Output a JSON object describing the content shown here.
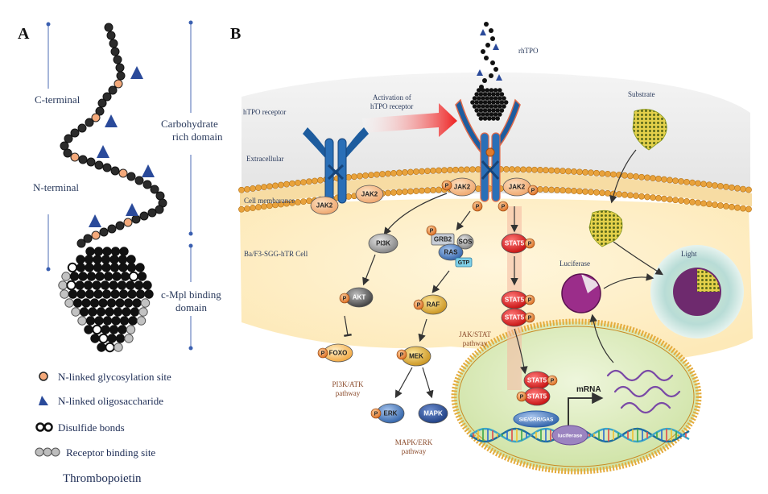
{
  "panelA": {
    "letter": "A",
    "labels": {
      "c_terminal": "C-terminal",
      "n_terminal": "N-terminal",
      "carb_domain_1": "Carbohydrate",
      "carb_domain_2": "rich domain",
      "cmpl_1": "c-Mpl binding",
      "cmpl_2": "domain"
    },
    "legend": [
      {
        "icon": "glycosylation-site-icon",
        "text": "N-linked glycosylation site"
      },
      {
        "icon": "oligosaccharide-icon",
        "text": "N-linked oligosaccharide"
      },
      {
        "icon": "disulfide-bond-icon",
        "text": "Disulfide bonds"
      },
      {
        "icon": "receptor-binding-icon",
        "text": "Receptor binding site"
      }
    ],
    "title": "Thrombopoietin"
  },
  "panelB": {
    "letter": "B",
    "labels": {
      "rhtpo": "rhTPO",
      "htpo_receptor": "hTPO receptor",
      "activation_1": "Activation of",
      "activation_2": "hTPO receptor",
      "substrate": "Substrate",
      "extracellular": "Extracellular",
      "cell_membrane": "Cell membarance",
      "cell_name": "Ba/F3-SGG-hTR Cell",
      "luciferase": "Luciferase",
      "light": "Light",
      "mrna": "mRNA",
      "promoter": "SIE/GRR/GAS",
      "luciferase_gene": "luciferase"
    },
    "nodes": {
      "jak2_a": "JAK2",
      "jak2_b": "JAK2",
      "jak2_c": "JAK2",
      "jak2_d": "JAK2",
      "pi3k": "PI3K",
      "akt": "AKT",
      "foxo": "FOXO",
      "grb2": "GRB2",
      "sos": "SOS",
      "ras": "RAS",
      "gtp": "GTP",
      "raf": "RAF",
      "mek": "MEK",
      "erk": "ERK",
      "mapk": "MAPK",
      "stat5": "STAT5",
      "phospho": "P"
    },
    "pathways": {
      "pi3k_1": "PI3K/ATK",
      "pi3k_2": "pathway",
      "mapk_1": "MAPK/ERK",
      "mapk_2": "pathway",
      "jak_1": "JAK/STAT",
      "jak_2": "pathway"
    }
  },
  "colors": {
    "receptor": "#1d5c9e",
    "jak": "#f2b27a",
    "phospho": "#e07b2c",
    "stat": "#e01818",
    "membrane": "#e8a23c",
    "nucleus": "#d9e9b8",
    "text": "#2a3a5c"
  }
}
